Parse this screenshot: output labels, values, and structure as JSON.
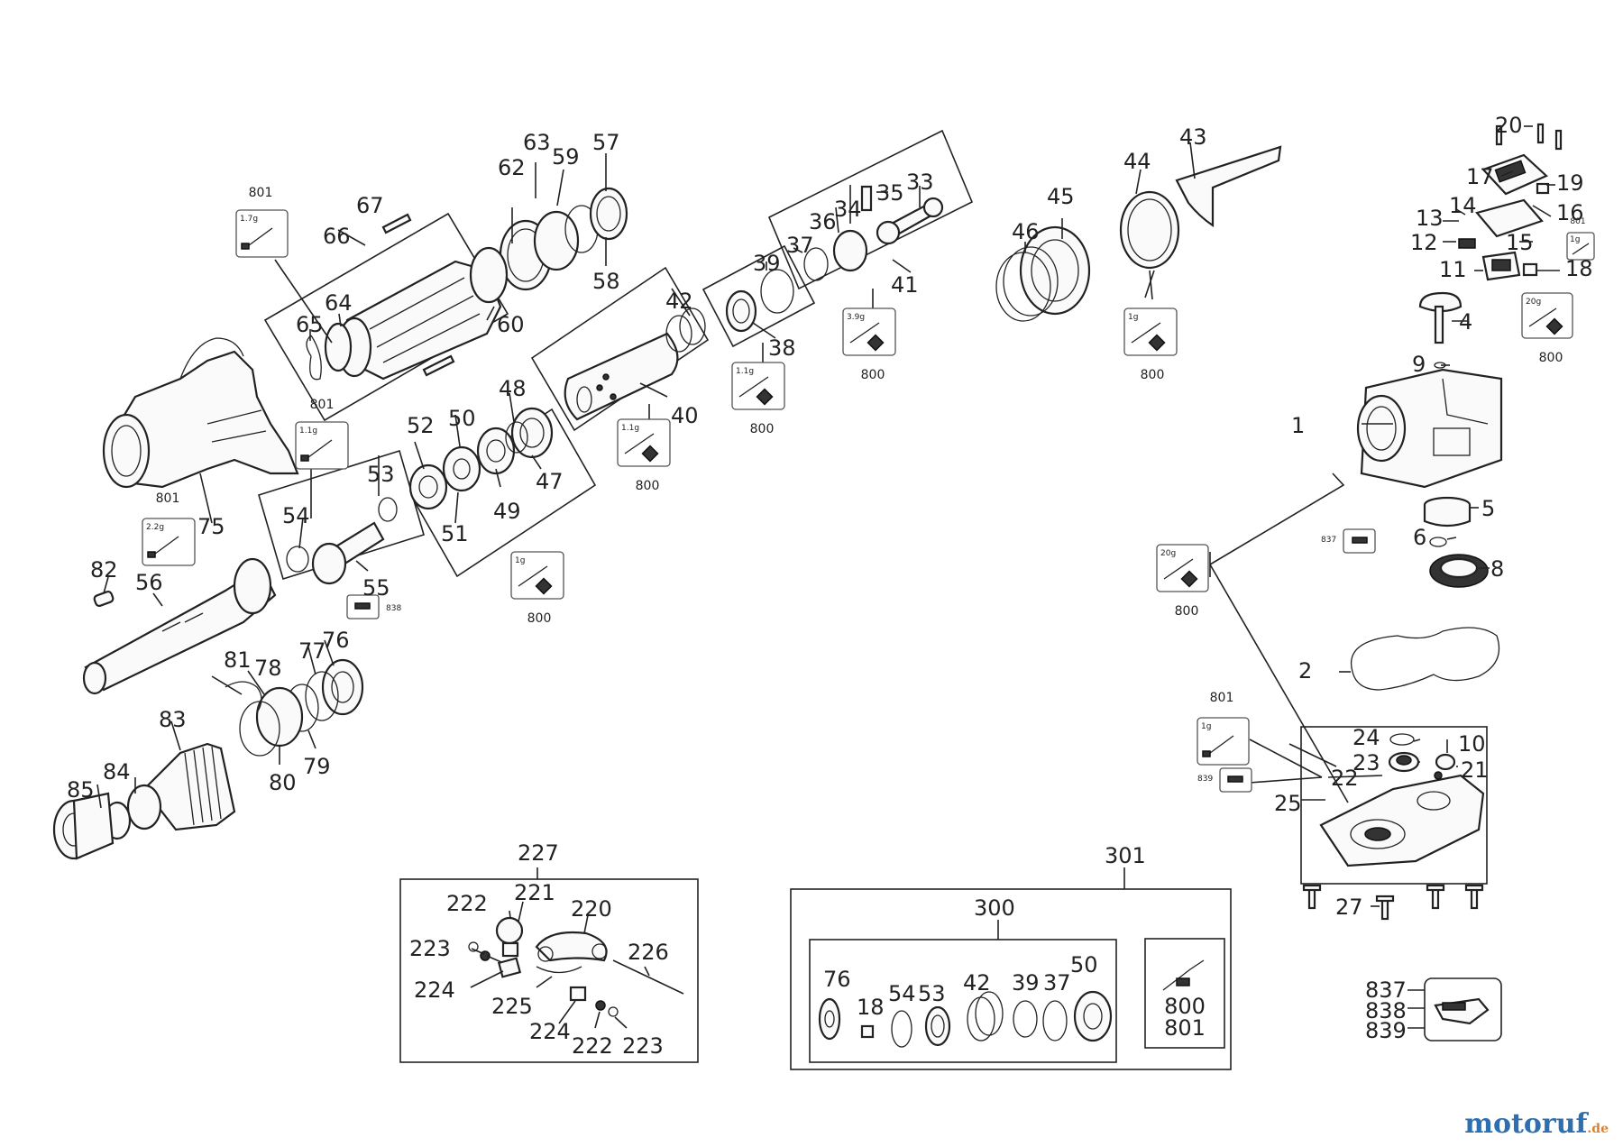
{
  "labels": {
    "l1": "1",
    "l2": "2",
    "l4": "4",
    "l5": "5",
    "l6": "6",
    "l8": "8",
    "l9": "9",
    "l10": "10",
    "l11": "11",
    "l12": "12",
    "l13": "13",
    "l14": "14",
    "l15": "15",
    "l16": "16",
    "l17": "17",
    "l18": "18",
    "l19": "19",
    "l20": "20",
    "l21": "21",
    "l22": "22",
    "l23": "23",
    "l24": "24",
    "l25": "25",
    "l27": "27",
    "l33": "33",
    "l34": "34",
    "l35": "35",
    "l36": "36",
    "l37": "37",
    "l38": "38",
    "l39": "39",
    "l40": "40",
    "l41": "41",
    "l42": "42",
    "l43": "43",
    "l44": "44",
    "l45": "45",
    "l46": "46",
    "l47": "47",
    "l48": "48",
    "l49": "49",
    "l50": "50",
    "l51": "51",
    "l52": "52",
    "l53": "53",
    "l54": "54",
    "l55": "55",
    "l56": "56",
    "l57": "57",
    "l58": "58",
    "l59": "59",
    "l60": "60",
    "l62": "62",
    "l63": "63",
    "l64": "64",
    "l65": "65",
    "l66": "66",
    "l67": "67",
    "l75": "75",
    "l76": "76",
    "l77": "77",
    "l78": "78",
    "l79": "79",
    "l80": "80",
    "l81": "81",
    "l82": "82",
    "l83": "83",
    "l84": "84",
    "l85": "85",
    "l220": "220",
    "l221": "221",
    "l222a": "222",
    "l222b": "222",
    "l223a": "223",
    "l223b": "223",
    "l224a": "224",
    "l224b": "224",
    "l225": "225",
    "l226": "226",
    "l227": "227",
    "l300": "300",
    "l301": "301",
    "k76": "76",
    "k18": "18",
    "k54": "54",
    "k53": "53",
    "k42": "42",
    "k39": "39",
    "k37": "37",
    "k50": "50",
    "k800": "800",
    "k801": "801",
    "l837": "837",
    "l838": "838",
    "l839": "839"
  },
  "grease": {
    "g1": {
      "top": "801",
      "amt": "1.7g",
      "bottom": ""
    },
    "g2": {
      "top": "801",
      "amt": "1.1g",
      "bottom": ""
    },
    "g3": {
      "top": "801",
      "amt": "2.2g",
      "bottom": ""
    },
    "g4": {
      "top": "",
      "amt": "1.1g",
      "bottom": "800"
    },
    "g5": {
      "top": "",
      "amt": "1g",
      "bottom": "800"
    },
    "g6": {
      "top": "",
      "amt": "1.1g",
      "bottom": "800"
    },
    "g7": {
      "top": "",
      "amt": "3.9g",
      "bottom": "800"
    },
    "g8": {
      "top": "",
      "amt": "1g",
      "bottom": "800"
    },
    "g9": {
      "top": "",
      "amt": "20g",
      "bottom": "800"
    },
    "g10": {
      "top": "",
      "amt": "20g",
      "bottom": "800"
    },
    "g11": {
      "top": "801",
      "amt": "1g",
      "bottom": ""
    },
    "g12": {
      "top": "801",
      "amt": "1g",
      "bottom": ""
    }
  },
  "tags": {
    "t837": "837",
    "t838": "838",
    "t839": "839"
  },
  "logo": {
    "main": "motoruf",
    "suffix": ".de"
  }
}
